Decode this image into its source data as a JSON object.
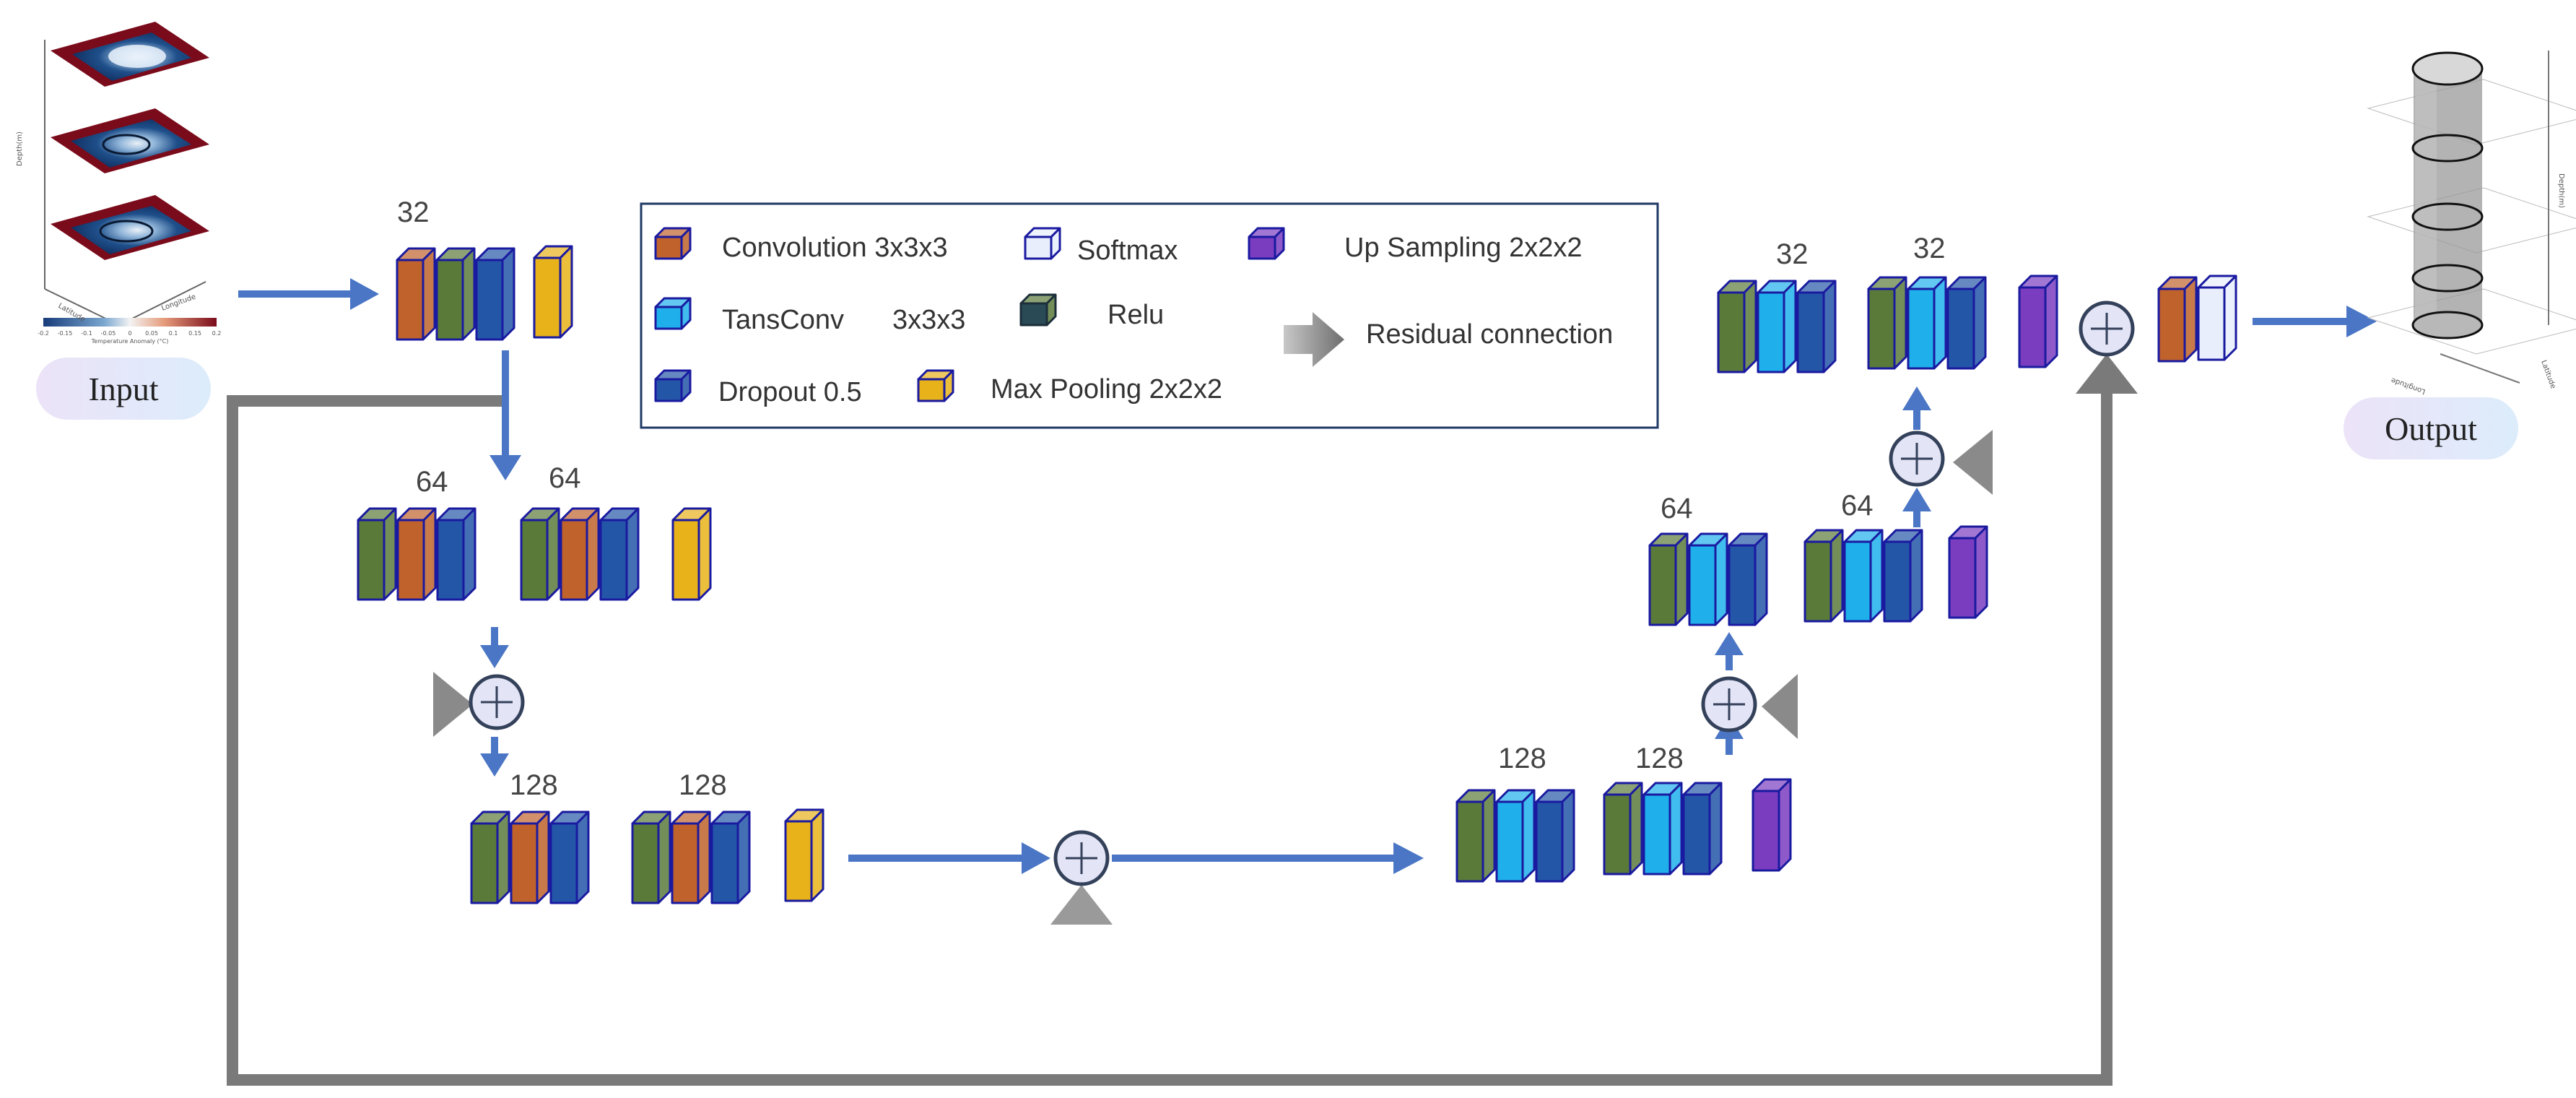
{
  "diagram": {
    "input_label": "Input",
    "output_label": "Output",
    "counts": {
      "enc1": "32",
      "enc2a": "64",
      "enc2b": "64",
      "enc3a": "128",
      "enc3b": "128",
      "dec3a": "128",
      "dec3b": "128",
      "dec2a": "64",
      "dec2b": "64",
      "dec1a": "32",
      "dec1b": "32"
    }
  },
  "legend": {
    "convolution": "Convolution 3x3x3",
    "softmax": "Softmax",
    "upsampling": "Up Sampling 2x2x2",
    "transconv": "TansConv",
    "transconv_kernel": "3x3x3",
    "relu": "Relu",
    "residual": "Residual connection",
    "dropout": "Dropout 0.5",
    "maxpool": "Max Pooling 2x2x2"
  },
  "input_plot": {
    "ylabel": "Depth(m)",
    "xlabel": "Longitude",
    "zlabel": "Latitude",
    "colorbar_label": "Temperature Anomaly (°C)",
    "colorbar_ticks": [
      "-0.2",
      "-0.15",
      "-0.1",
      "-0.05",
      "0",
      "0.05",
      "0.1",
      "0.15",
      "0.2"
    ]
  },
  "output_plot": {
    "zlabel": "Depth(m)",
    "xlabel": "Longitude",
    "ylabel": "Latitude"
  },
  "colors": {
    "convolution": "#c0622b",
    "relu": "#5a7a3a",
    "dropout": "#2456a8",
    "maxpool": "#e8b21a",
    "transconv": "#1fb0ec",
    "softmax": "#e8eefb",
    "upsampling": "#7a3dc0",
    "outline": "#1a1aa0",
    "arrow_blue": "#4a76c5",
    "arrow_gray": "#888888"
  }
}
